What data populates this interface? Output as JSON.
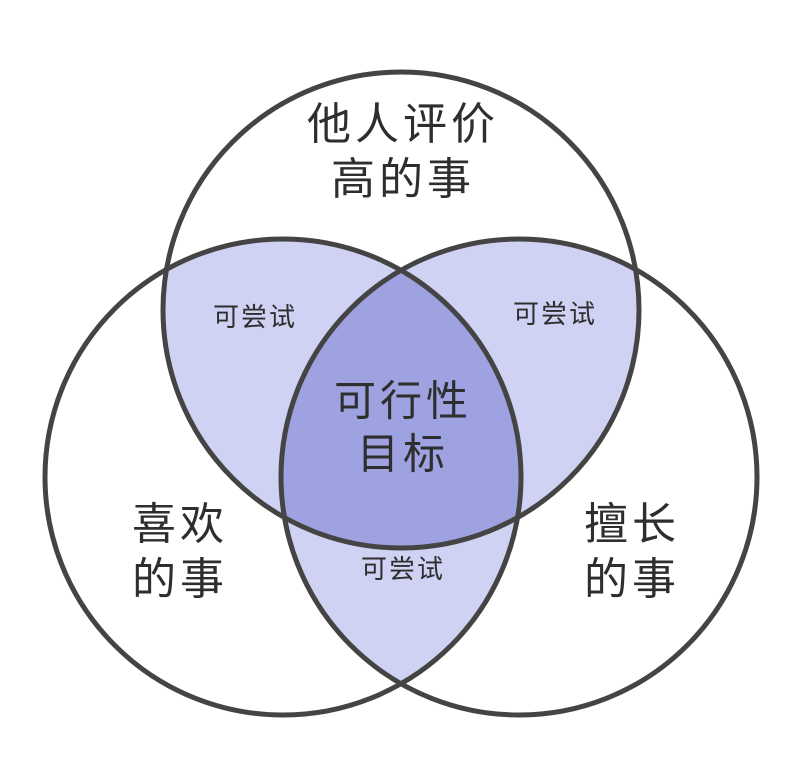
{
  "sets": {
    "top": {
      "line1": "他人评价",
      "line2": "高的事"
    },
    "left": {
      "line1": "喜欢",
      "line2": "的事"
    },
    "right": {
      "line1": "擅长",
      "line2": "的事"
    }
  },
  "intersections": {
    "top_left": "可尝试",
    "top_right": "可尝试",
    "left_right": "可尝试",
    "center": {
      "line1": "可行性",
      "line2": "目标"
    }
  },
  "colors": {
    "pair_fill": "#d0d2f4",
    "center_fill": "#9fa2e0",
    "stroke": "#444444"
  }
}
